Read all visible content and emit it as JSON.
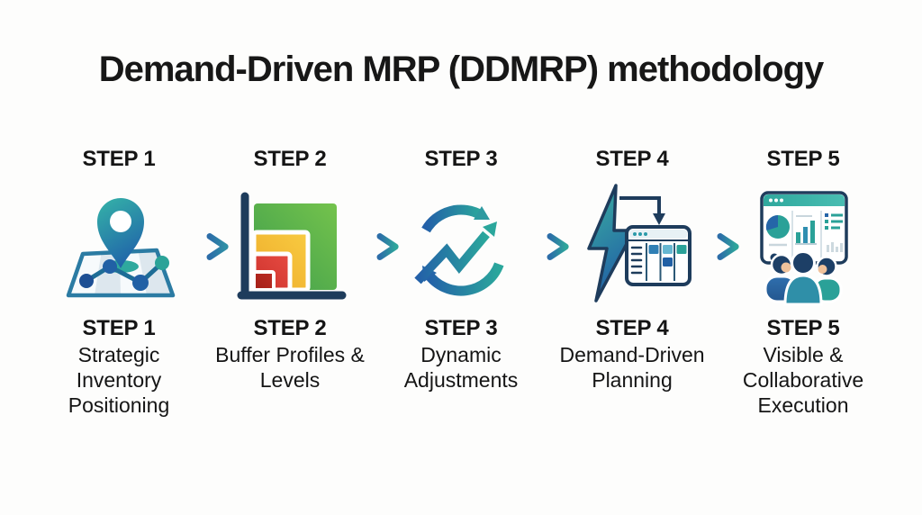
{
  "title": "Demand-Driven MRP (DDMRP) methodology",
  "steps": [
    {
      "header": "STEP 1",
      "label": "STEP 1",
      "description": "Strategic Inventory Positioning",
      "icon": "map-pin-location-icon"
    },
    {
      "header": "STEP 2",
      "label": "STEP 2",
      "description": "Buffer Profiles & Levels",
      "icon": "buffer-zones-chart-icon"
    },
    {
      "header": "STEP 3",
      "label": "STEP 3",
      "description": "Dynamic Adjustments",
      "icon": "cycle-trend-arrows-icon"
    },
    {
      "header": "STEP 4",
      "label": "STEP 4",
      "description": "Demand-Driven Planning",
      "icon": "lightning-planning-board-icon"
    },
    {
      "header": "STEP 5",
      "label": "STEP 5",
      "description": "Visible & Collaborative Execution",
      "icon": "team-dashboard-icon"
    }
  ],
  "flow_arrows": {
    "icon": "arrow-right-icon",
    "count": 4
  },
  "colors": {
    "background": "#fdfdfc",
    "text": "#171717",
    "arrow_blue": "#2c6da8",
    "arrow_teal": "#2ea59b",
    "navy_outline": "#1e3c5c",
    "pin_teal": "#35b4a8",
    "pin_blue": "#2166a9",
    "buffer_green": "#4fae4b",
    "buffer_yellow": "#f5c33b",
    "buffer_red": "#e0413a",
    "buffer_dark_red": "#b02a22"
  }
}
